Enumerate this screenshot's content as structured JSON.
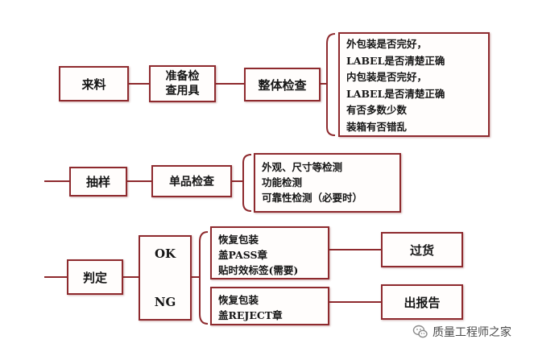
{
  "nodes": {
    "incoming": "来料",
    "prepare_tools": [
      "准备检",
      "查用具"
    ],
    "overall_inspection": "整体检查",
    "overall_items": [
      "外包装是否完好，",
      "LABEL是否清楚正确",
      "内包装是否完好，",
      "LABEL是否清楚正确",
      "有否多数少数",
      "装箱有否错乱"
    ],
    "sampling": "抽样",
    "unit_inspection": "单品检查",
    "unit_items": [
      "外观、尺寸等检测",
      "功能检测",
      "可靠性检测（必要时）"
    ],
    "judgement": "判定",
    "ok_label": "OK",
    "ng_label": "NG",
    "ok_actions": [
      "恢复包装",
      "盖PASS章",
      "贴时效标签(需要)"
    ],
    "ng_actions": [
      "恢复包装",
      "盖REJECT章"
    ],
    "pass_result": "过货",
    "report_result": "出报告"
  },
  "watermark": {
    "text": "质量工程师之家",
    "icon": "wechat-icon"
  },
  "colors": {
    "line": "#8e2a2e",
    "text": "#161616"
  }
}
